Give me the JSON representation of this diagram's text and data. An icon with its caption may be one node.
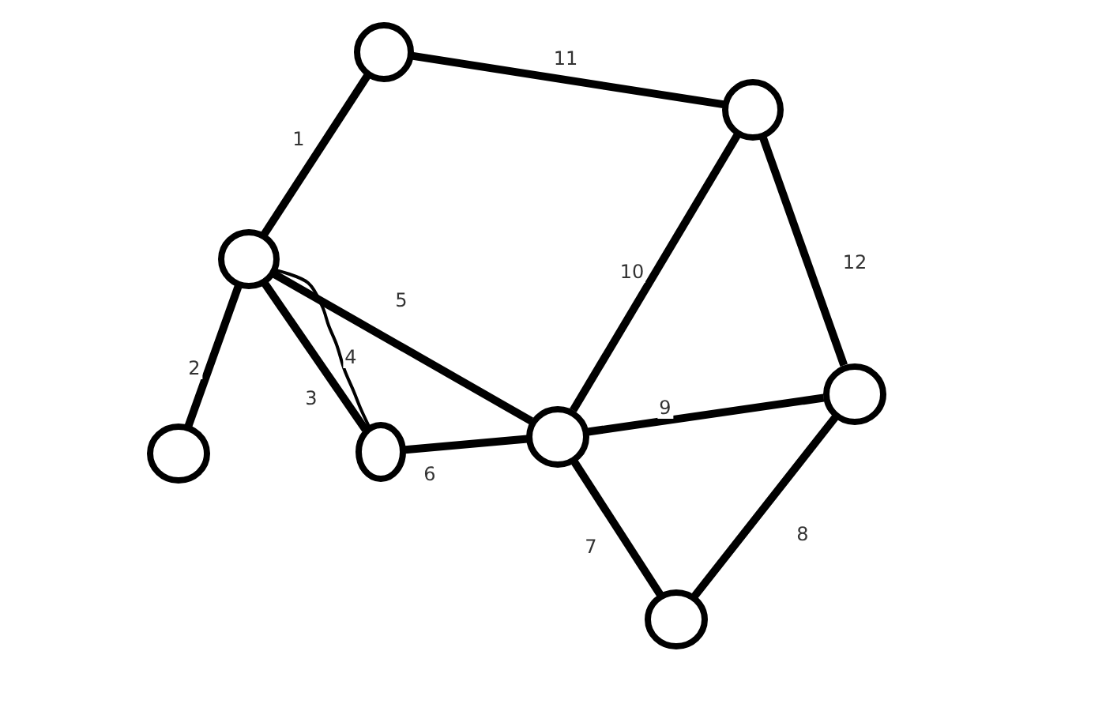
{
  "diagram": {
    "nodes": [
      {
        "text": [],
        "shape": "circle"
      },
      {
        "text": [],
        "shape": "circle"
      },
      {
        "text": [],
        "shape": "circle"
      },
      {
        "text": [],
        "shape": "circle"
      },
      {
        "text": [],
        "shape": "circle"
      },
      {
        "text": [],
        "shape": "circle"
      },
      {
        "text": [],
        "shape": "circle"
      },
      {
        "text": [],
        "shape": "circle"
      }
    ],
    "edges": [
      {
        "from": 0,
        "to": 2,
        "arrow": "none",
        "label": "1"
      },
      {
        "from": 2,
        "to": 6,
        "arrow": "none",
        "label": "2"
      },
      {
        "from": 2,
        "to": 5,
        "arrow": "none",
        "label": "3"
      },
      {
        "from": 2,
        "to": 5,
        "arrow": "none",
        "label": "4"
      },
      {
        "from": 2,
        "to": 4,
        "arrow": "none",
        "label": "5"
      },
      {
        "from": 5,
        "to": 4,
        "arrow": "none",
        "label": "6"
      },
      {
        "from": 4,
        "to": 7,
        "arrow": "none",
        "label": "7"
      },
      {
        "from": 3,
        "to": 7,
        "arrow": "none",
        "label": "8"
      },
      {
        "from": 4,
        "to": 3,
        "arrow": "none",
        "label": "9"
      },
      {
        "from": 1,
        "to": 4,
        "arrow": "none",
        "label": "10"
      },
      {
        "from": 0,
        "to": 1,
        "arrow": "none",
        "label": "11"
      },
      {
        "from": 1,
        "to": 3,
        "arrow": "none",
        "label": "12"
      }
    ]
  }
}
